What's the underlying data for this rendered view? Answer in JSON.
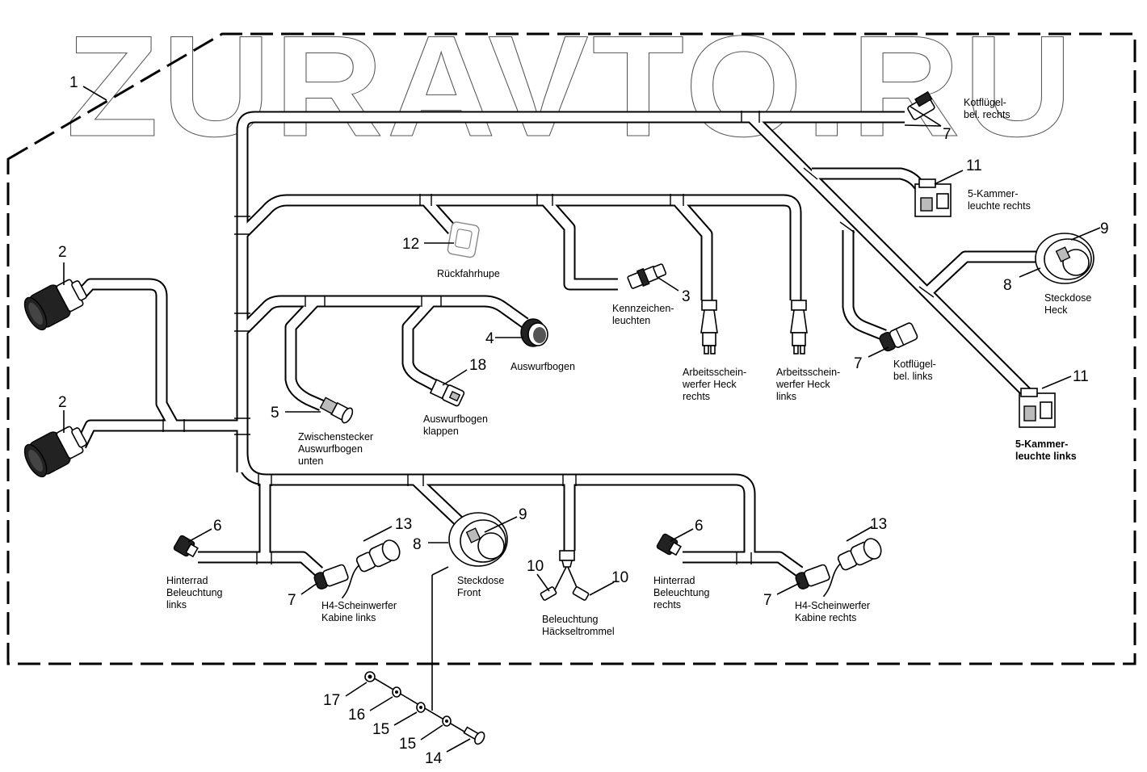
{
  "watermark": "ZURAVTO.RU",
  "diagram": {
    "type": "wiring-harness-exploded-view",
    "callouts": [
      {
        "id": "c1",
        "number": "1"
      },
      {
        "id": "c2a",
        "number": "2"
      },
      {
        "id": "c2b",
        "number": "2"
      },
      {
        "id": "c3",
        "number": "3"
      },
      {
        "id": "c4",
        "number": "4"
      },
      {
        "id": "c5",
        "number": "5"
      },
      {
        "id": "c6a",
        "number": "6"
      },
      {
        "id": "c6b",
        "number": "6"
      },
      {
        "id": "c7a",
        "number": "7"
      },
      {
        "id": "c7b",
        "number": "7"
      },
      {
        "id": "c7c",
        "number": "7"
      },
      {
        "id": "c7d",
        "number": "7"
      },
      {
        "id": "c8a",
        "number": "8"
      },
      {
        "id": "c8b",
        "number": "8"
      },
      {
        "id": "c9a",
        "number": "9"
      },
      {
        "id": "c9b",
        "number": "9"
      },
      {
        "id": "c10a",
        "number": "10"
      },
      {
        "id": "c10b",
        "number": "10"
      },
      {
        "id": "c11a",
        "number": "11"
      },
      {
        "id": "c11b",
        "number": "11"
      },
      {
        "id": "c12",
        "number": "12"
      },
      {
        "id": "c13a",
        "number": "13"
      },
      {
        "id": "c13b",
        "number": "13"
      },
      {
        "id": "c14",
        "number": "14"
      },
      {
        "id": "c15a",
        "number": "15"
      },
      {
        "id": "c15b",
        "number": "15"
      },
      {
        "id": "c16",
        "number": "16"
      },
      {
        "id": "c17",
        "number": "17"
      },
      {
        "id": "c18",
        "number": "18"
      }
    ],
    "labels": {
      "kotfluegel_rechts": [
        "Kotflügel-",
        "bel. rechts"
      ],
      "kammer_rechts": [
        "5-Kammer-",
        "leuchte rechts"
      ],
      "steckdose_heck": [
        "Steckdose",
        "Heck"
      ],
      "kammer_links": [
        "5-Kammer-",
        "leuchte links"
      ],
      "rueckfahrhupe": [
        "Rückfahrhupe"
      ],
      "kennzeichen": [
        "Kennzeichen-",
        "leuchten"
      ],
      "auswurfbogen": [
        "Auswurfbogen"
      ],
      "arbeits_rechts": [
        "Arbeitsschein-",
        "werfer Heck",
        "rechts"
      ],
      "arbeits_links": [
        "Arbeitsschein-",
        "werfer Heck",
        "links"
      ],
      "kotfluegel_links": [
        "Kotflügel-",
        "bel. links"
      ],
      "zwischenstecker": [
        "Zwischenstecker",
        "Auswurfbogen",
        "unten"
      ],
      "auswurf_klappen": [
        "Auswurfbogen",
        "klappen"
      ],
      "hinterrad_links": [
        "Hinterrad",
        "Beleuchtung",
        "links"
      ],
      "h4_links": [
        "H4-Scheinwerfer",
        "Kabine links"
      ],
      "steckdose_front": [
        "Steckdose",
        "Front"
      ],
      "haeckseltrommel": [
        "Beleuchtung",
        "Häckseltrommel"
      ],
      "hinterrad_rechts": [
        "Hinterrad",
        "Beleuchtung",
        "rechts"
      ],
      "h4_rechts": [
        "H4-Scheinwerfer",
        "Kabine rechts"
      ]
    }
  }
}
